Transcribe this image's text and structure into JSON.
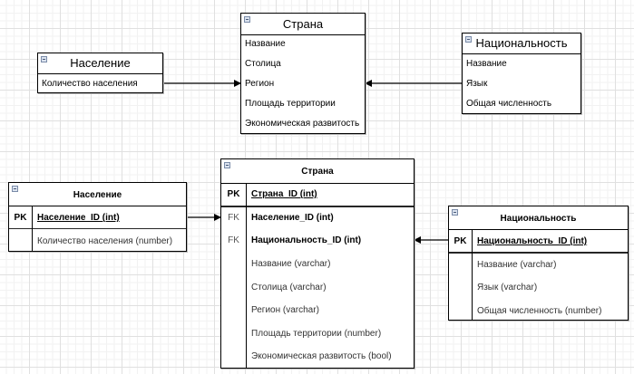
{
  "conceptual": {
    "country": {
      "title": "Страна",
      "attributes": [
        "Название",
        "Столица",
        "Регион",
        "Площадь территории",
        "Экономическая развитость"
      ]
    },
    "population": {
      "title": "Население",
      "attributes": [
        "Количество населения"
      ]
    },
    "nationality": {
      "title": "Национальность",
      "attributes": [
        "Название",
        "Язык",
        "Общая численность"
      ]
    }
  },
  "logical": {
    "country": {
      "title": "Страна",
      "pk": {
        "key": "PK",
        "field": "Страна_ID (int)"
      },
      "fks": [
        {
          "key": "FK",
          "field": "Население_ID (int)"
        },
        {
          "key": "FK",
          "field": "Национальность_ID (int)"
        }
      ],
      "fields": [
        "Название (varchar)",
        "Столица (varchar)",
        "Регион (varchar)",
        "Площадь территории (number)",
        "Экономическая развитость (bool)"
      ]
    },
    "population": {
      "title": "Население",
      "pk": {
        "key": "PK",
        "field": "Население_ID (int)"
      },
      "fields": [
        "Количество населения (number)"
      ]
    },
    "nationality": {
      "title": "Национальность",
      "pk": {
        "key": "PK",
        "field": "Национальность_ID (int)"
      },
      "fields": [
        "Название (varchar)",
        "Язык (varchar)",
        "Общая численность (number)"
      ]
    }
  },
  "relations": [
    {
      "from": "Население.Количество населения",
      "to": "Страна.Регион"
    },
    {
      "from": "Национальность.Язык",
      "to": "Страна.Регион"
    },
    {
      "from": "Население.Население_ID",
      "to": "Страна.Население_ID"
    },
    {
      "from": "Национальность.Национальность_ID",
      "to": "Страна.Национальность_ID"
    }
  ]
}
